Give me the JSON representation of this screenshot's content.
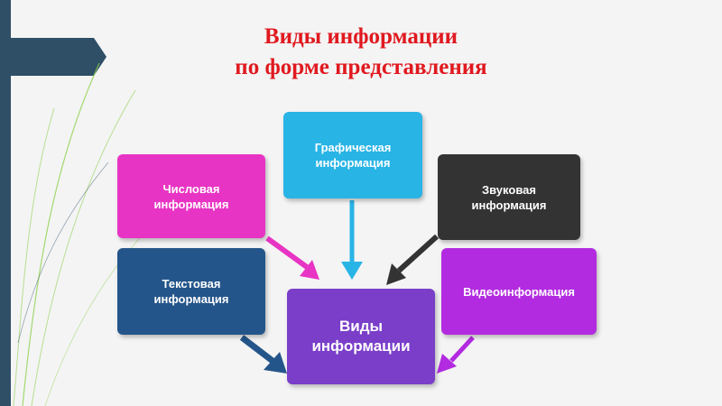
{
  "title": {
    "line1": "Виды информации",
    "line2": "по форме представления"
  },
  "nodes": {
    "graphic": {
      "label": "Графическая\nинформация",
      "color": "#29b4e6"
    },
    "numeric": {
      "label": "Числовая\nинформация",
      "color": "#e834c4"
    },
    "sound": {
      "label": "Звуковая\nинформация",
      "color": "#333333"
    },
    "text": {
      "label": "Текстовая\nинформация",
      "color": "#24558a"
    },
    "video": {
      "label": "Видеоинформация",
      "color": "#b22be0"
    },
    "center": {
      "label": "Виды\nинформации",
      "color": "#7a3ec9"
    }
  },
  "colors": {
    "title": "#e0191f",
    "strip": "#2f4f67",
    "deco_lines": "#8fd14f"
  }
}
